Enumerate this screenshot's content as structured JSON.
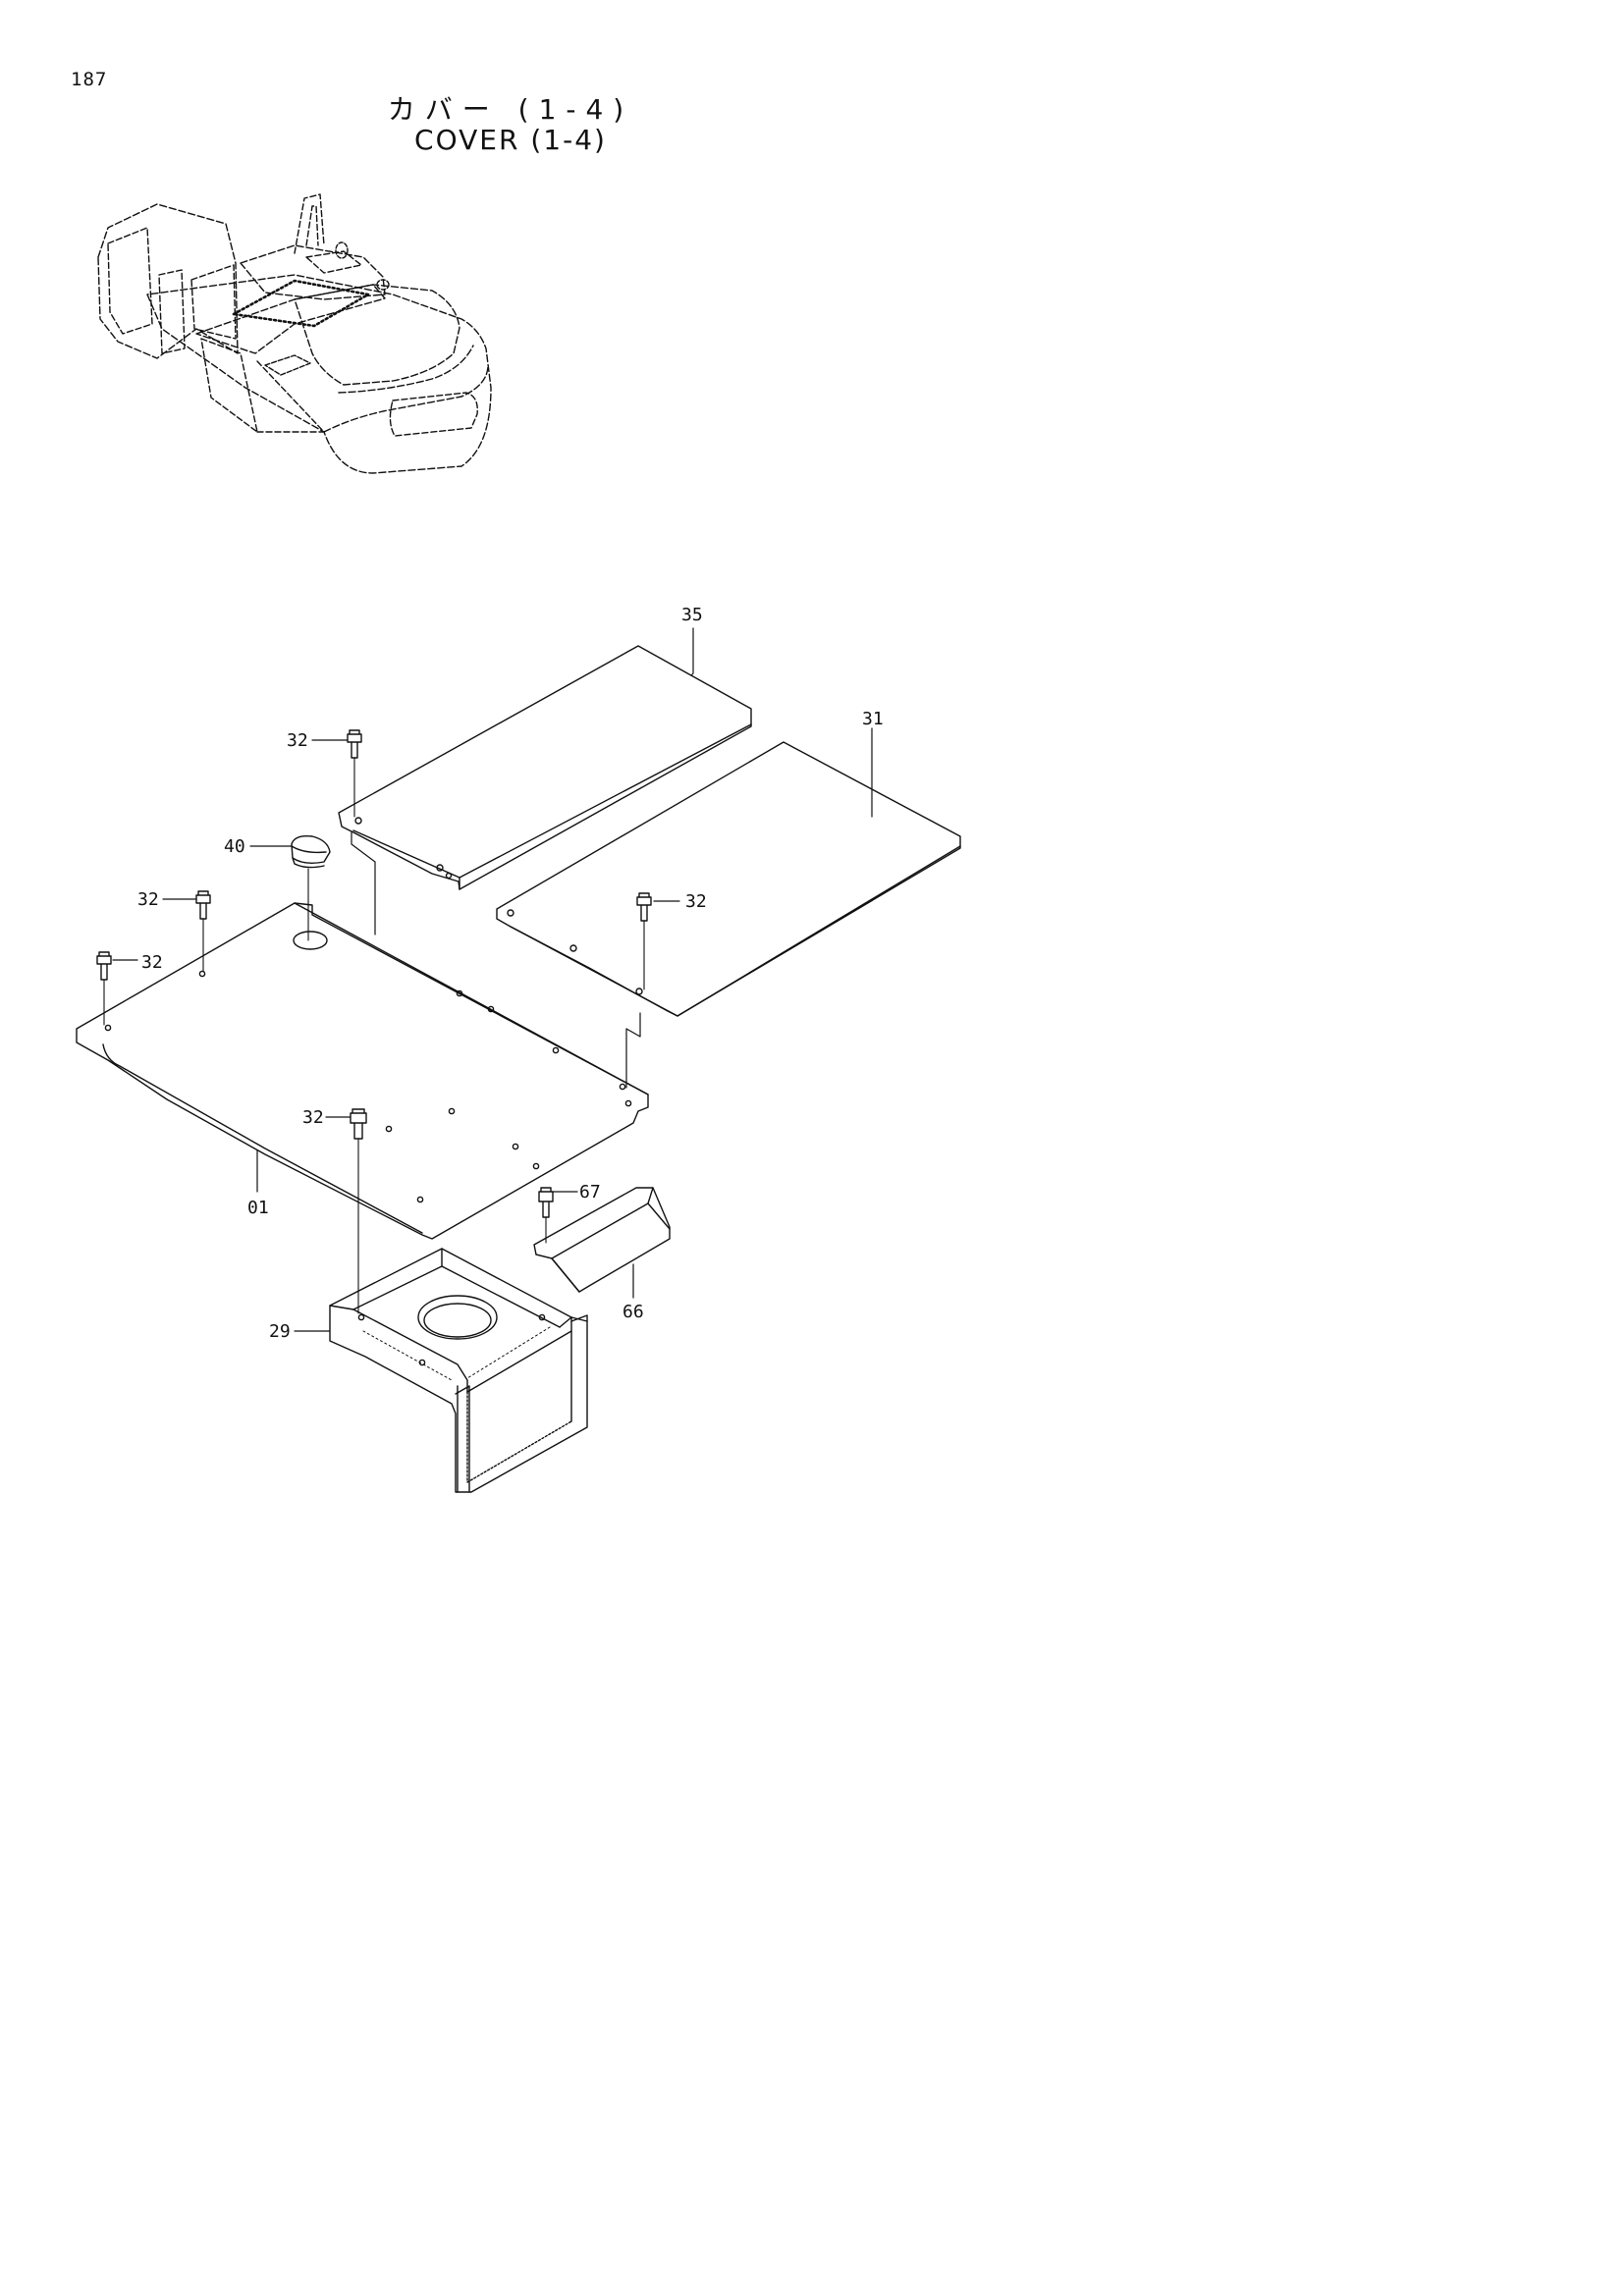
{
  "page_number": "187",
  "title_jp": "カバー (1-4)",
  "title_en": "COVER (1-4)",
  "part_labels": {
    "p35": "35",
    "p31": "31",
    "p32a": "32",
    "p40": "40",
    "p32b": "32",
    "p32c": "32",
    "p32d": "32",
    "p32e": "32",
    "p01": "01",
    "p67": "67",
    "p66": "66",
    "p29": "29"
  }
}
